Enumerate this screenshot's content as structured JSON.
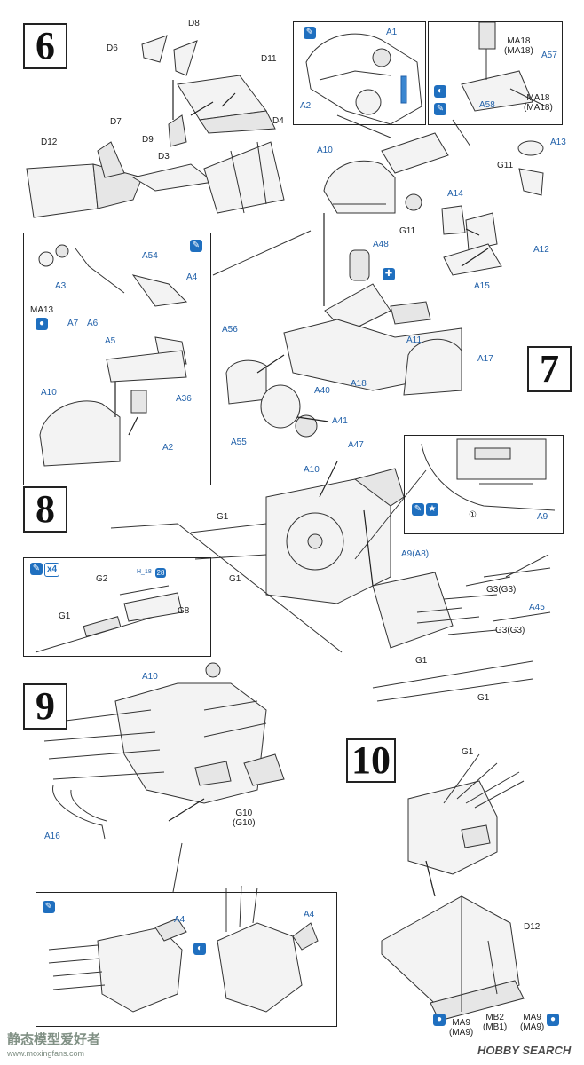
{
  "steps": {
    "s6": "6",
    "s7": "7",
    "s8": "8",
    "s9": "9",
    "s10": "10"
  },
  "labels": {
    "d8": "D8",
    "d6": "D6",
    "d11": "D11",
    "d4": "D4",
    "d7": "D7",
    "d9": "D9",
    "d12": "D12",
    "d3": "D3",
    "a1": "A1",
    "a2_top": "A2",
    "ma18a": "MA18\n(MA18)",
    "a57": "A57",
    "ma18b": "MA18\n(MA18)",
    "a58": "A58",
    "a10_6": "A10",
    "a13": "A13",
    "g11a": "G11",
    "g11b": "G11",
    "a14": "A14",
    "a12": "A12",
    "a48": "A48",
    "a54": "A54",
    "a4_6": "A4",
    "a3": "A3",
    "a7": "A7",
    "a6": "A6",
    "a5": "A5",
    "ma13": "MA13",
    "a15": "A15",
    "a11": "A11",
    "a56": "A56",
    "a36": "A36",
    "a10_in": "A10",
    "a2_in": "A2",
    "a40": "A40",
    "a18": "A18",
    "a17": "A17",
    "a55": "A55",
    "a41": "A41",
    "a47": "A47",
    "a10_8": "A10",
    "g1a": "G1",
    "g1b": "G1",
    "a9a8": "A9(A8)",
    "a9": "A9",
    "circle1": "①",
    "g3a": "G3(G3)",
    "a45": "A45",
    "g3b": "G3(G3)",
    "g1c": "G1",
    "g1d": "G1",
    "g2": "G2",
    "h18": "H_18",
    "g8": "G8",
    "g1_in": "G1",
    "a10_9": "A10",
    "a16": "A16",
    "g10": "G10\n(G10)",
    "g1_10": "G1",
    "d12_10": "D12",
    "mb2": "MB2\n(MB1)",
    "ma9a": "MA9\n(MA9)",
    "ma9b": "MA9\n(MA9)",
    "a4_9a": "A4",
    "a4_9b": "A4"
  },
  "icons": {
    "x4": "x4",
    "badge28": "28"
  },
  "watermark": {
    "cn": "静态模型爱好者",
    "url": "www.moxingfans.com",
    "brand": "HOBBY SEARCH"
  }
}
